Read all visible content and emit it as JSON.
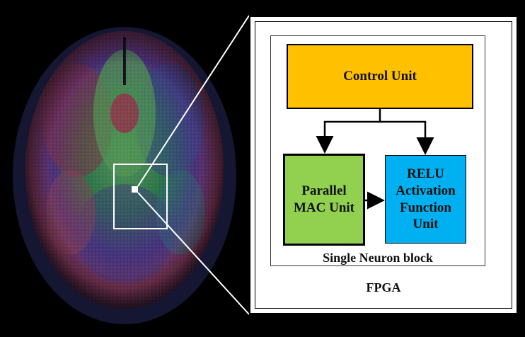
{
  "diagram": {
    "blocks": {
      "control_unit": "Control Unit",
      "mac_unit": "Parallel MAC Unit",
      "relu_unit": "RELU Activation Function Unit"
    },
    "labels": {
      "neuron_block": "Single Neuron block",
      "fpga": "FPGA"
    },
    "colors": {
      "control_unit": "#FFC000",
      "mac_unit": "#92D050",
      "relu_unit": "#00B0F0",
      "background": "#000000"
    }
  },
  "image": {
    "subject": "brain-dti-scan-icon"
  }
}
